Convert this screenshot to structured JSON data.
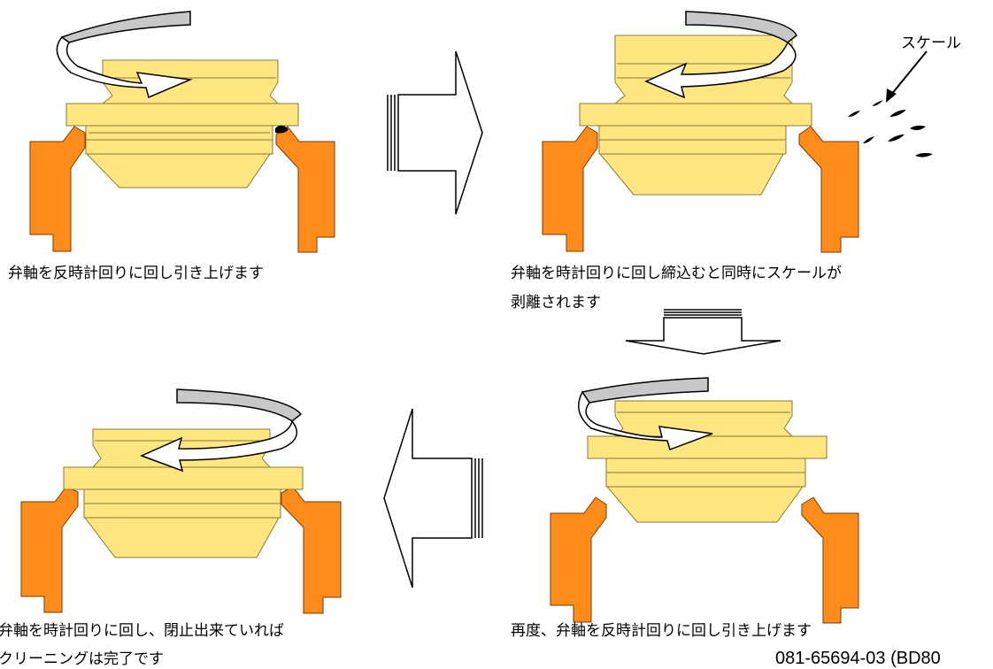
{
  "colors": {
    "valve_fill": "#FFE680",
    "valve_stroke": "#8A7A30",
    "seat_fill": "#FF8C1A",
    "seat_stroke": "#7A3A00",
    "ring_fill": "#C8C8C8",
    "ring_stroke": "#000000",
    "arrow_fill": "#FFFFFF",
    "arrow_stroke": "#000000",
    "scale_fill": "#000000"
  },
  "panels": [
    {
      "id": "step1",
      "rotation": "counterclockwise",
      "caption": [
        "弁軸を反時計回りに回し引き上げます"
      ]
    },
    {
      "id": "step2",
      "rotation": "clockwise",
      "caption": [
        "弁軸を時計回りに回し締込むと同時にスケールが",
        "剥離されます"
      ],
      "scale_label": "スケール"
    },
    {
      "id": "step3",
      "rotation": "counterclockwise",
      "caption": [
        "再度、弁軸を反時計回りに回し引き上げます"
      ]
    },
    {
      "id": "step4",
      "rotation": "clockwise",
      "caption": [
        "弁軸を時計回りに回し、閉止出来ていれば",
        "クリーニングは完了です"
      ]
    }
  ],
  "flow_arrows": [
    {
      "from": "step1",
      "to": "step2",
      "direction": "right"
    },
    {
      "from": "step2",
      "to": "step3",
      "direction": "down"
    },
    {
      "from": "step3",
      "to": "step4",
      "direction": "left"
    }
  ],
  "document_id": "081-65694-03 (BD80"
}
